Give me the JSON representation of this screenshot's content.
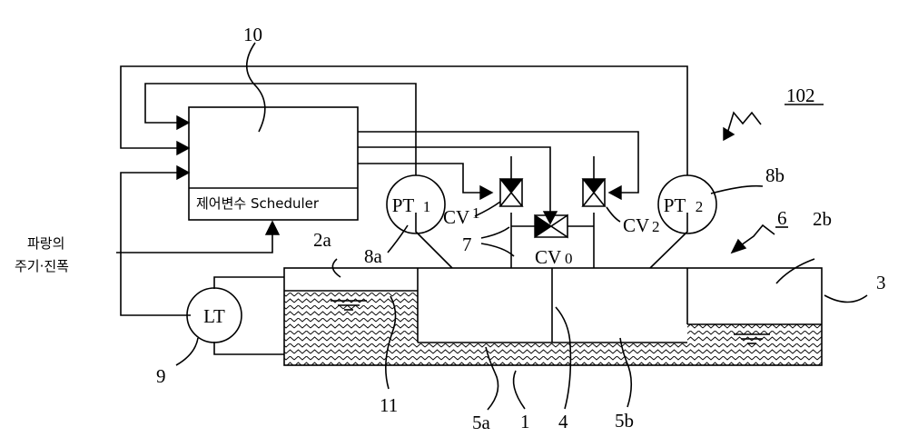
{
  "figure_ref": "102",
  "controller": {
    "ref": "10",
    "label": "제어변수  Scheduler",
    "external_input": [
      "파랑의",
      "주기·진폭"
    ]
  },
  "sensors": {
    "pt1": {
      "base": "PT",
      "sub": "1",
      "ref": "8a"
    },
    "pt2": {
      "base": "PT",
      "sub": "2",
      "ref": "8b"
    },
    "lt": {
      "label": "LT",
      "ref": "9"
    }
  },
  "valves": {
    "cv1": {
      "base": "CV",
      "sub": "1"
    },
    "cv0": {
      "base": "CV",
      "sub": "0"
    },
    "cv2": {
      "base": "CV",
      "sub": "2"
    }
  },
  "refs": {
    "tank": "3",
    "chamber_left": "2a",
    "chamber_right": "2b",
    "duct": "6",
    "pipe": "7",
    "level_line": "11",
    "chamber_5a": "5a",
    "chamber_5b": "5b",
    "water": "1",
    "partition": "4"
  }
}
